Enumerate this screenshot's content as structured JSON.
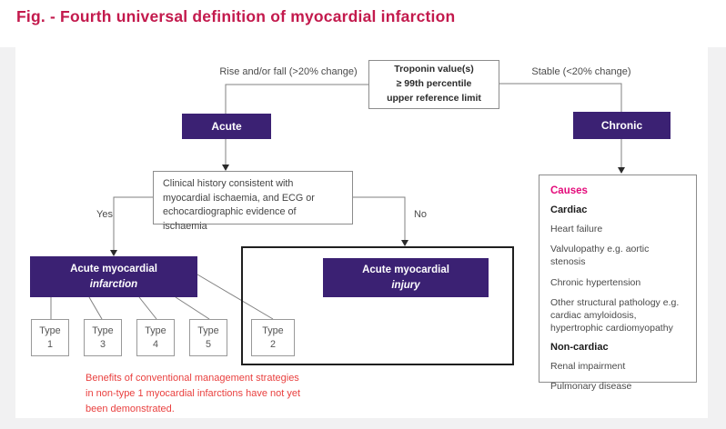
{
  "page": {
    "title": "Fig. - Fourth universal definition of myocardial infarction"
  },
  "colors": {
    "title_crimson": "#c31a4d",
    "box_purple": "#3b2173",
    "causes_magenta": "#e40a7a",
    "note_red": "#e9403f",
    "connector_gray": "#808080",
    "background_gray": "#f1f1f2"
  },
  "flowchart": {
    "troponin_box": {
      "line1": "Troponin value(s)",
      "line2": "≥ 99th percentile",
      "line3": "upper reference limit"
    },
    "left_branch_label": "Rise and/or fall (>20% change)",
    "right_branch_label": "Stable (<20% change)",
    "acute_label": "Acute",
    "chronic_label": "Chronic",
    "clinical_box": "Clinical history consistent with\nmyocardial ischaemia, and ECG or\nechocardiographic evidence of ischaemia",
    "yes_label": "Yes",
    "no_label": "No",
    "ami_box": {
      "line1": "Acute myocardial",
      "line2": "infarction"
    },
    "injury_box": {
      "line1": "Acute myocardial",
      "line2": "injury"
    },
    "type_boxes": [
      {
        "word": "Type",
        "number": "1"
      },
      {
        "word": "Type",
        "number": "3"
      },
      {
        "word": "Type",
        "number": "4"
      },
      {
        "word": "Type",
        "number": "5"
      },
      {
        "word": "Type",
        "number": "2"
      }
    ],
    "note": "Benefits of conventional management strategies\nin non-type 1 myocardial infarctions have not yet\nbeen demonstrated.",
    "causes_panel": {
      "heading": "Causes",
      "sections": [
        {
          "title": "Cardiac",
          "items": [
            "Heart failure",
            "Valvulopathy e.g. aortic stenosis",
            "Chronic hypertension",
            "Other structural pathology e.g. cardiac amyloidosis, hypertrophic cardiomyopathy"
          ]
        },
        {
          "title": "Non-cardiac",
          "items": [
            "Renal impairment",
            "Pulmonary disease"
          ]
        }
      ]
    }
  }
}
